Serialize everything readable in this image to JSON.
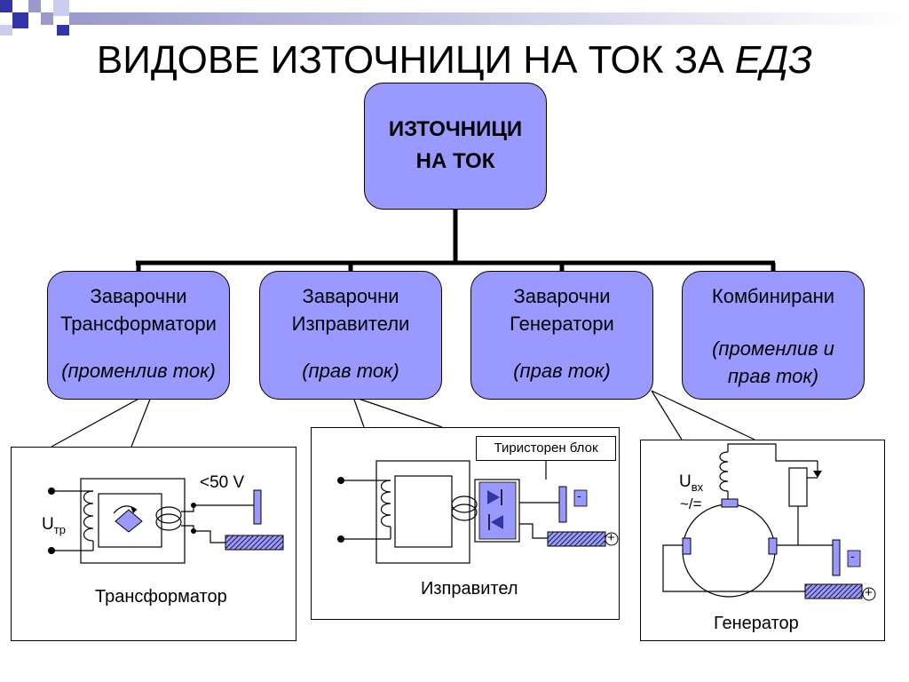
{
  "title": {
    "main": "ВИДОВЕ ИЗТОЧНИЦИ НА ТОК ЗА",
    "emphasis": "ЕДЗ"
  },
  "root": {
    "line1": "ИЗТОЧНИЦИ",
    "line2": "НА ТОК"
  },
  "categories": [
    {
      "line1": "Заварочни",
      "line2": "Трансформатори",
      "note": "(променлив ток)"
    },
    {
      "line1": "Заварочни",
      "line2": "Изправители",
      "note": "(прав ток)"
    },
    {
      "line1": "Заварочни",
      "line2": "Генератори",
      "note": "(прав ток)"
    },
    {
      "line1": "Комбинирани",
      "note1": "(променлив и",
      "note2": "прав ток)"
    }
  ],
  "panels": {
    "transformer": {
      "caption": "Трансформатор",
      "voltage": "<50 V",
      "u_main": "U",
      "u_sub": "тр"
    },
    "rectifier": {
      "caption": "Изправител",
      "block": "Тиристорен блок"
    },
    "generator": {
      "caption": "Генератор",
      "u_main": "U",
      "u_sub": "вх",
      "ac_dc": "~/="
    }
  },
  "signs": {
    "minus": "-",
    "plus": "+"
  },
  "colors": {
    "box_fill": "#9999ff",
    "component_fill": "#9999ff",
    "accent_squares": "#3333aa"
  }
}
